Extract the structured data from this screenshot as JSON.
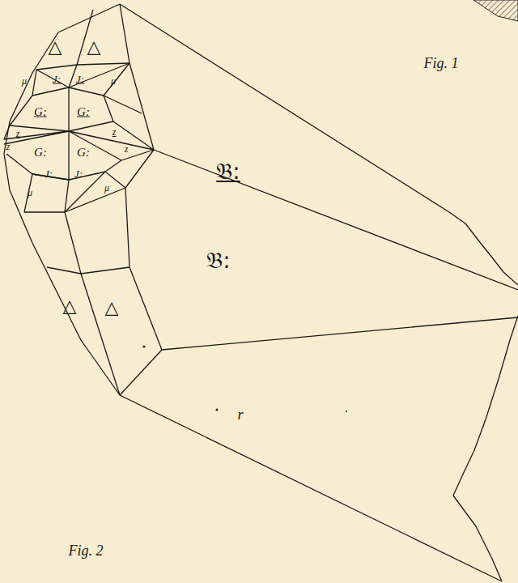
{
  "diagram": {
    "labels": [
      "Fig. 1",
      "Fig. 2",
      "𝔅:",
      "𝔅:",
      "△",
      "△",
      "△",
      "△",
      "μ",
      "J:",
      "J:",
      "μ",
      "G:",
      "G:",
      "z",
      "z",
      "z",
      "z",
      "G:",
      "G:",
      "J:",
      "J:",
      "μ",
      "μ",
      "r"
    ]
  }
}
